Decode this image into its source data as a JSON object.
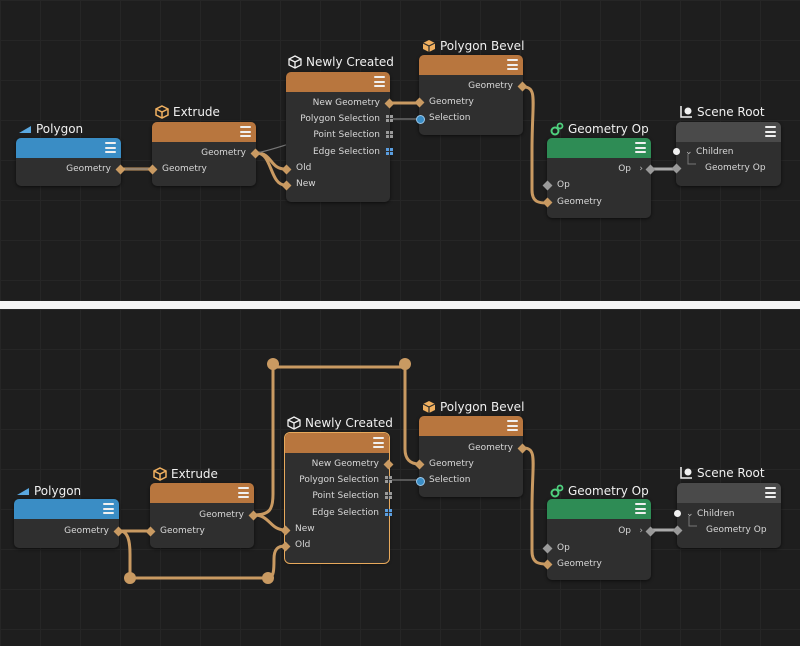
{
  "colors": {
    "canvas_bg": "#1e1e1e",
    "node_body": "#2f2f2f",
    "header_orange": "#b8763e",
    "header_blue": "#3a8dc5",
    "header_green": "#2e8c55",
    "header_grey": "#4a4a4a",
    "wire": "#c99a62",
    "wire_dark": "#6a6a6a"
  },
  "nodes": {
    "polygon": {
      "title": "Polygon",
      "icon": "polygon-triangle-icon",
      "out_geometry": "Geometry"
    },
    "extrude": {
      "title": "Extrude",
      "icon": "cube-icon",
      "in_geometry": "Geometry",
      "out_geometry": "Geometry"
    },
    "newly_created": {
      "title": "Newly Created",
      "icon": "cube-icon",
      "new_geometry": "New Geometry",
      "polygon_selection": "Polygon Selection",
      "point_selection": "Point Selection",
      "edge_selection": "Edge Selection"
    },
    "polygon_bevel": {
      "title": "Polygon Bevel",
      "icon": "cube-icon",
      "out_geometry": "Geometry",
      "in_geometry": "Geometry",
      "in_selection": "Selection"
    },
    "geometry_op": {
      "title": "Geometry Op",
      "icon": "gears-icon",
      "out_op": "Op",
      "in_op": "Op",
      "in_geometry": "Geometry"
    },
    "scene_root": {
      "title": "Scene Root",
      "icon": "scene-root-icon",
      "children": "Children",
      "child_geometry_op": "Geometry Op"
    }
  },
  "ports": {
    "top_old": "Old",
    "top_new": "New",
    "bottom_new": "New",
    "bottom_old": "Old"
  }
}
